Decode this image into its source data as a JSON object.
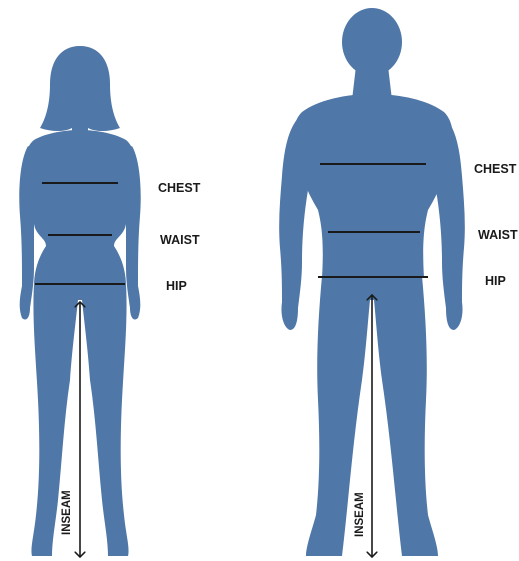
{
  "colors": {
    "silhouette": "#4f77a8",
    "measure_line": "#1a1a1a",
    "background": "#ffffff"
  },
  "female": {
    "labels": {
      "chest": "CHEST",
      "waist": "WAIST",
      "hip": "HIP",
      "inseam": "INSEAM"
    }
  },
  "male": {
    "labels": {
      "chest": "CHEST",
      "waist": "WAIST",
      "hip": "HIP",
      "inseam": "INSEAM"
    }
  }
}
